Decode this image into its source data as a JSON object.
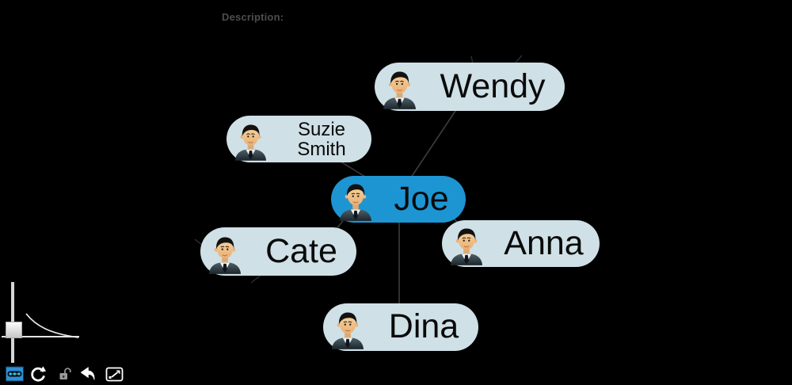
{
  "header": {
    "description_label": "Description:"
  },
  "colors": {
    "canvas_background": "#000000",
    "node_fill": "#cfe0e6",
    "node_selected_fill": "#1d95d3",
    "edge_color": "#3c3c3c",
    "node_label_color": "#0a0a0a",
    "description_label_color": "#4d4d4d"
  },
  "graph": {
    "nodes": [
      {
        "id": "wendy",
        "name": "Wendy",
        "icon": "businessman-avatar-icon",
        "selected": false
      },
      {
        "id": "suzie",
        "name": "Suzie Smith",
        "icon": "businessman-avatar-icon",
        "selected": false
      },
      {
        "id": "joe",
        "name": "Joe",
        "icon": "businessman-avatar-icon",
        "selected": true
      },
      {
        "id": "cate",
        "name": "Cate",
        "icon": "businessman-avatar-icon",
        "selected": false
      },
      {
        "id": "anna",
        "name": "Anna",
        "icon": "businessman-avatar-icon",
        "selected": false
      },
      {
        "id": "dina",
        "name": "Dina",
        "icon": "businessman-avatar-icon",
        "selected": false
      }
    ],
    "edges": [
      {
        "from": "Wendy",
        "to": "Joe"
      },
      {
        "from": "Suzie Smith",
        "to": "Joe"
      },
      {
        "from": "Joe",
        "to": "Cate"
      },
      {
        "from": "Joe",
        "to": "Anna"
      },
      {
        "from": "Joe",
        "to": "Dina"
      }
    ]
  },
  "controls": {
    "slider": {
      "orientation": "vertical"
    },
    "curve": "decay-curve"
  },
  "toolbar": {
    "icons": [
      "graph-thumbnail-icon",
      "refresh-icon",
      "unlock-icon",
      "undo-icon",
      "export-image-icon"
    ]
  }
}
